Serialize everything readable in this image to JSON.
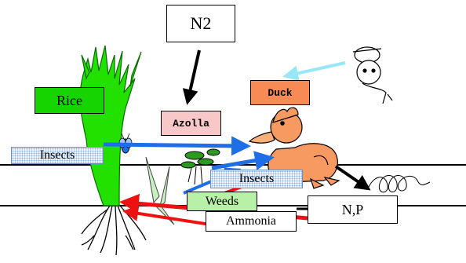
{
  "labels": {
    "n2": "N2",
    "rice": "Rice",
    "duck": "Duck",
    "azolla": "Azolla",
    "insects_left": "Insects",
    "insects_right": "Insects",
    "weeds": "Weeds",
    "ammonia": "Ammonia",
    "np": "N,P"
  },
  "colors": {
    "rice_box": "#16d400",
    "rice_plant": "#22e000",
    "duck_box": "#f78a55",
    "duck_body": "#f79a62",
    "azolla_box": "#f8c8c8",
    "weeds_box": "#b8f0a8",
    "insects_box": "#d8e8ff",
    "arrow_blue": "#1e6ee8",
    "arrow_cyan": "#99e6f5",
    "arrow_red": "#ee1111",
    "arrow_black": "#000000"
  }
}
